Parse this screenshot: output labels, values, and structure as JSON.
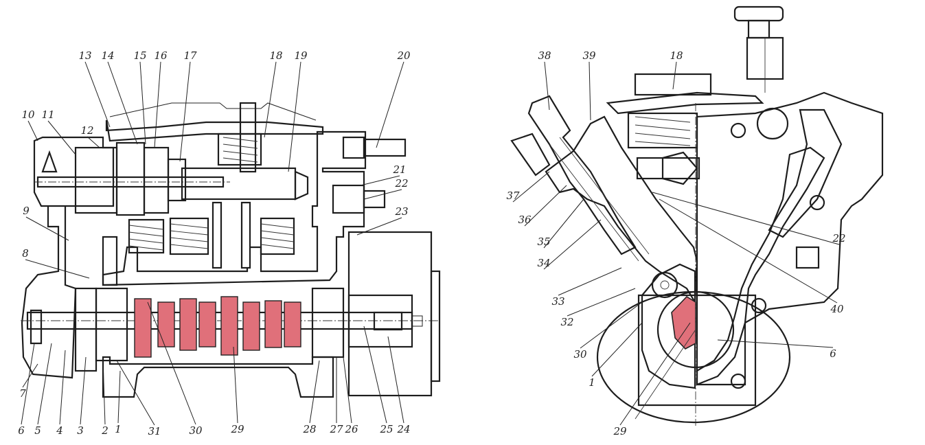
{
  "colors": {
    "background": "#ffffff",
    "housing_fill": "#a8ddd2",
    "camshaft_fill": "#e0707a",
    "line": "#222222"
  },
  "left_view": {
    "labels": [
      "1",
      "2",
      "3",
      "4",
      "5",
      "6",
      "7",
      "8",
      "9",
      "10",
      "11",
      "12",
      "13",
      "14",
      "15",
      "16",
      "17",
      "18",
      "19",
      "20",
      "21",
      "22",
      "23",
      "24",
      "25",
      "26",
      "27",
      "28",
      "29",
      "30",
      "31"
    ]
  },
  "right_view": {
    "labels": [
      "1",
      "6",
      "18",
      "22",
      "29",
      "30",
      "32",
      "33",
      "34",
      "35",
      "36",
      "37",
      "38",
      "39",
      "40"
    ]
  }
}
